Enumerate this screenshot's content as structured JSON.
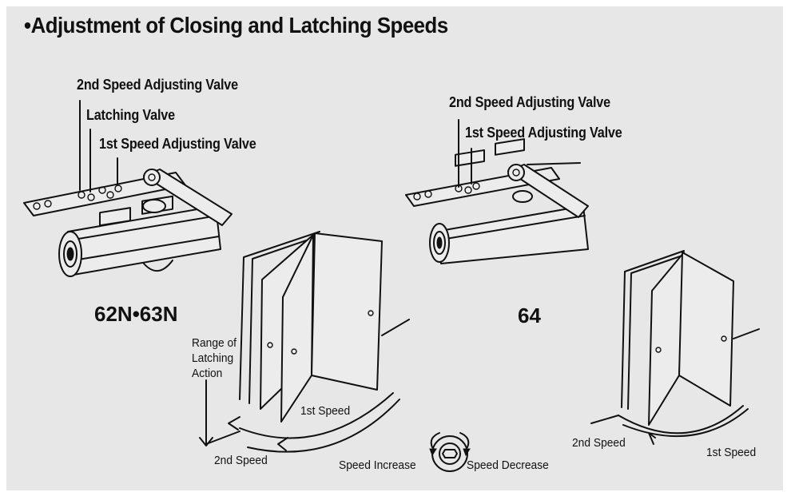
{
  "title": "Adjustment of Closing and Latching Speeds",
  "left": {
    "model": "62N•63N",
    "valves": {
      "second": "2nd Speed Adjusting Valve",
      "latch": "Latching Valve",
      "first": "1st Speed Adjusting Valve"
    },
    "range": [
      "Range of",
      "Latching",
      "Action"
    ],
    "first_speed": "1st Speed",
    "second_speed": "2nd Speed"
  },
  "right": {
    "model": "64",
    "valves": {
      "second": "2nd Speed Adjusting Valve",
      "first": "1st Speed Adjusting Valve"
    },
    "first_speed": "1st Speed",
    "second_speed": "2nd Speed"
  },
  "legend": {
    "increase": "Speed Increase",
    "decrease": "Speed Decrease"
  }
}
